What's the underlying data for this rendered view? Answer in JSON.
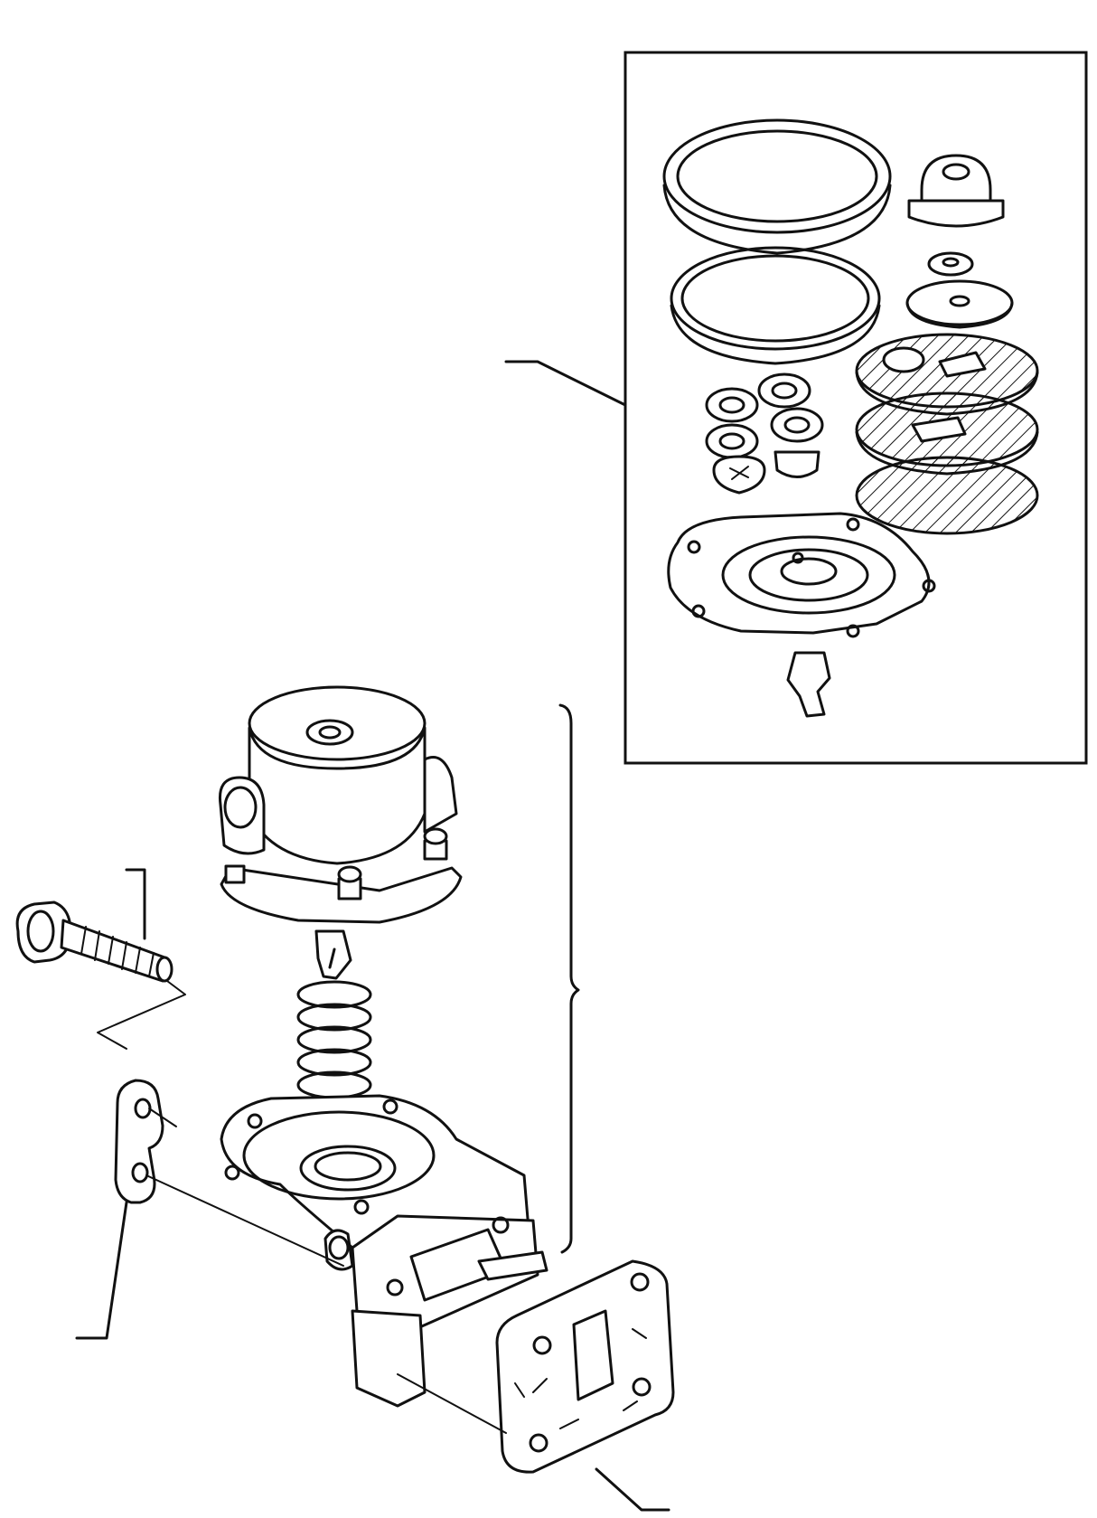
{
  "diagram": {
    "description_visible_text": "",
    "colors": {
      "ink": "#111111",
      "paper": "#ffffff"
    },
    "parts": {
      "kit_inset": [
        "large-o-ring",
        "small-o-ring",
        "cap",
        "washer",
        "retainer-disc",
        "hatched-disc-upper",
        "hatched-disc-middle",
        "hatched-disc-lower",
        "valve-set",
        "diaphragm-assembly"
      ],
      "pump_assembly": [
        "pump-cover",
        "diaphragm-rod",
        "spring",
        "pump-body",
        "mounting-flange-gasket",
        "bolt",
        "spacer-plate"
      ]
    }
  }
}
